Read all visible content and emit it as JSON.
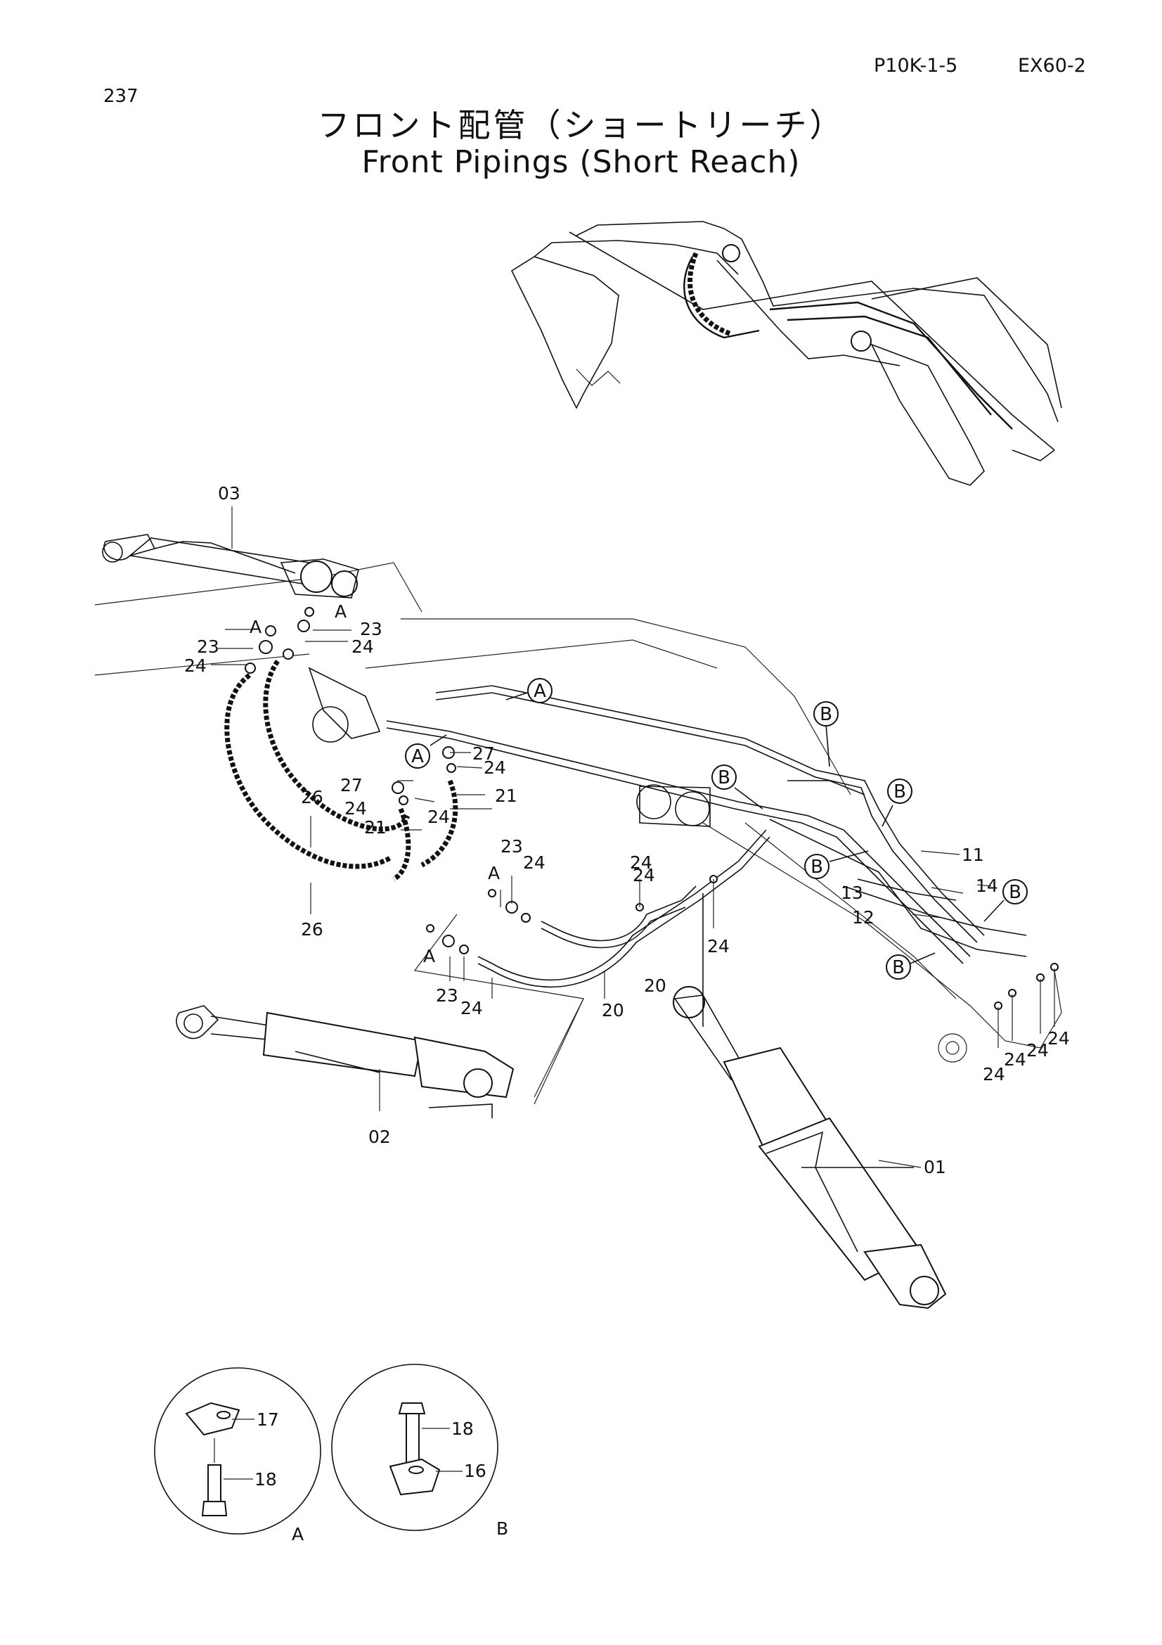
{
  "header": {
    "page_number": "237",
    "model_code": "P10K-1-5",
    "model_name": "EX60-2",
    "title_jp": "フロント配管（ショートリーチ）",
    "title_en": "Front Pipings (Short Reach)"
  },
  "callouts": {
    "c01": "01",
    "c02": "02",
    "c03": "03",
    "c11": "11",
    "c12": "12",
    "c13": "13",
    "c14": "14",
    "c16": "16",
    "c17": "17",
    "c18a": "18",
    "c18b": "18",
    "c20a": "20",
    "c20b": "20",
    "c21a": "21",
    "c21b": "21",
    "c23a": "23",
    "c23b": "23",
    "c23c": "23",
    "c23d": "23",
    "c24a": "24",
    "c24b": "24",
    "c24c": "24",
    "c24d": "24",
    "c24e": "24",
    "c24f": "24",
    "c24g": "24",
    "c24h": "24",
    "c24i": "24",
    "c24j": "24",
    "c24k": "24",
    "c24l": "24",
    "c24m": "24",
    "c24n": "24",
    "c26a": "26",
    "c26b": "26",
    "c27a": "27",
    "c27b": "27",
    "cA1": "A",
    "cA2": "A",
    "cA3": "A",
    "cA4": "A"
  },
  "markers": {
    "A": "A",
    "B": "B"
  },
  "detail_views": {
    "detail_a_label": "A",
    "detail_b_label": "B"
  }
}
